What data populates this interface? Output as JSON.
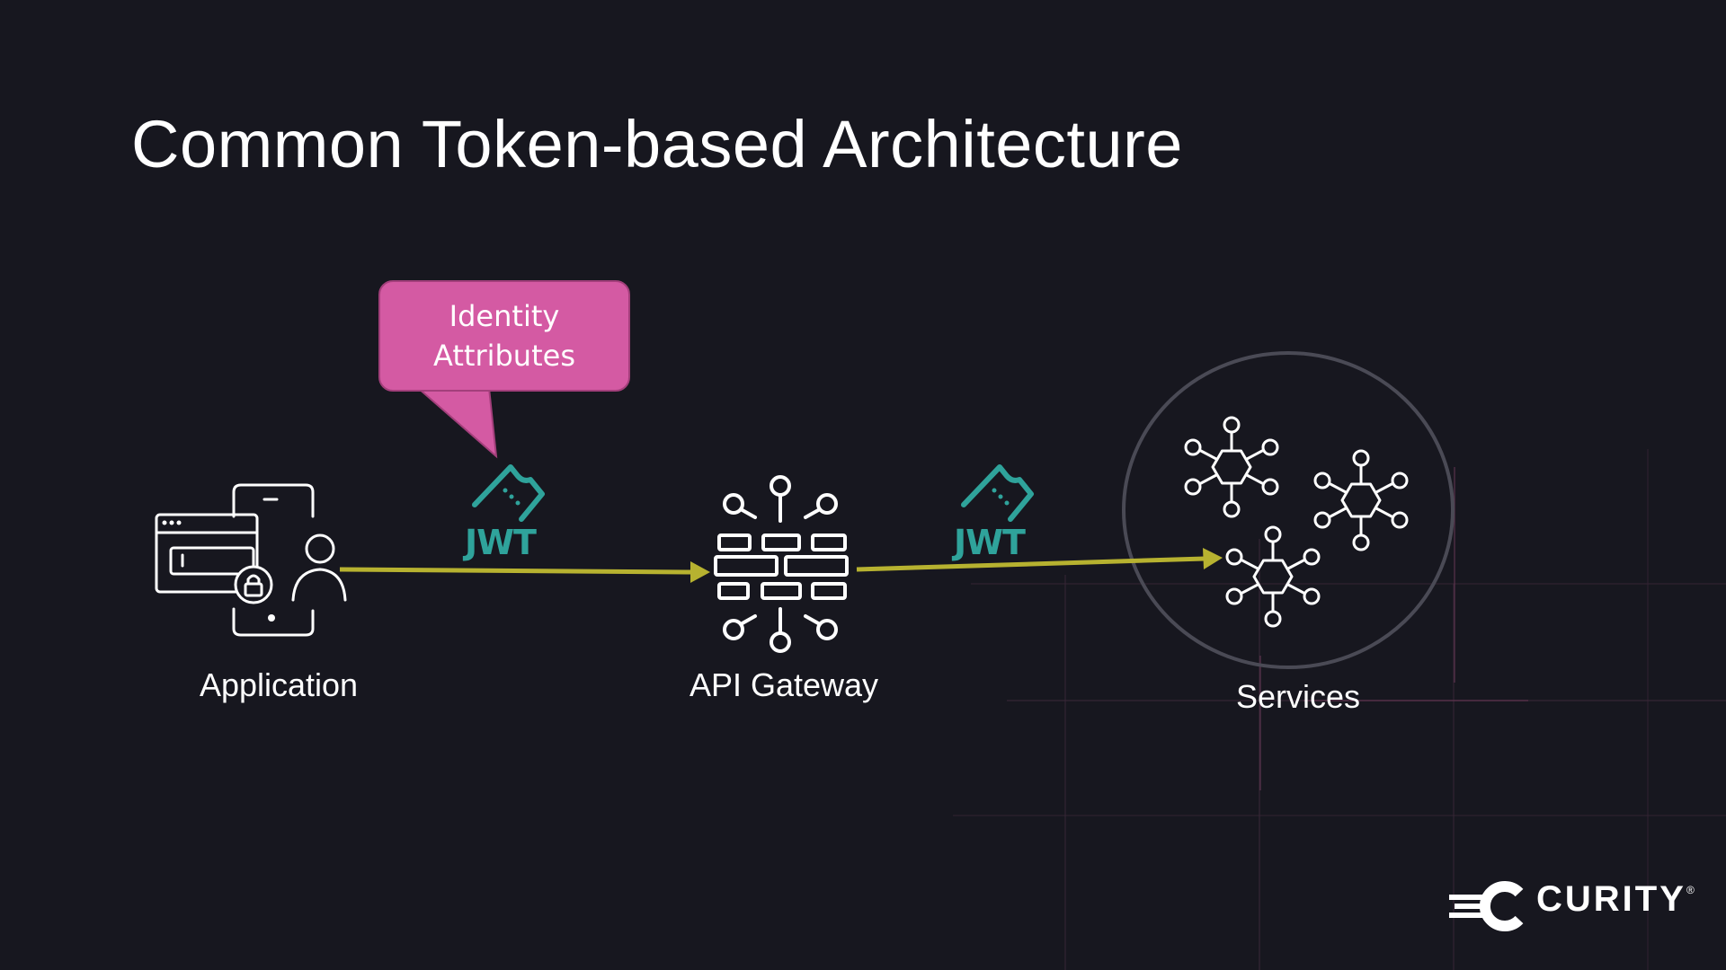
{
  "slide": {
    "title": "Common Token-based Architecture"
  },
  "callout": {
    "text": "Identity\nAttributes"
  },
  "nodes": [
    {
      "label": "Application",
      "icon": "app-user-icon"
    },
    {
      "label": "API Gateway",
      "icon": "firewall-hub-icon"
    },
    {
      "label": "Services",
      "icon": "microservices-icon"
    }
  ],
  "tokens": [
    {
      "label": "JWT",
      "icon": "ticket-icon"
    },
    {
      "label": "JWT",
      "icon": "ticket-icon"
    }
  ],
  "brand": {
    "name": "CURITY",
    "registered": "®"
  },
  "colors": {
    "background": "#17171f",
    "accent_arrow": "#b7b230",
    "token": "#2fa39b",
    "callout": "#d45aa3",
    "icon": "#ffffff"
  }
}
